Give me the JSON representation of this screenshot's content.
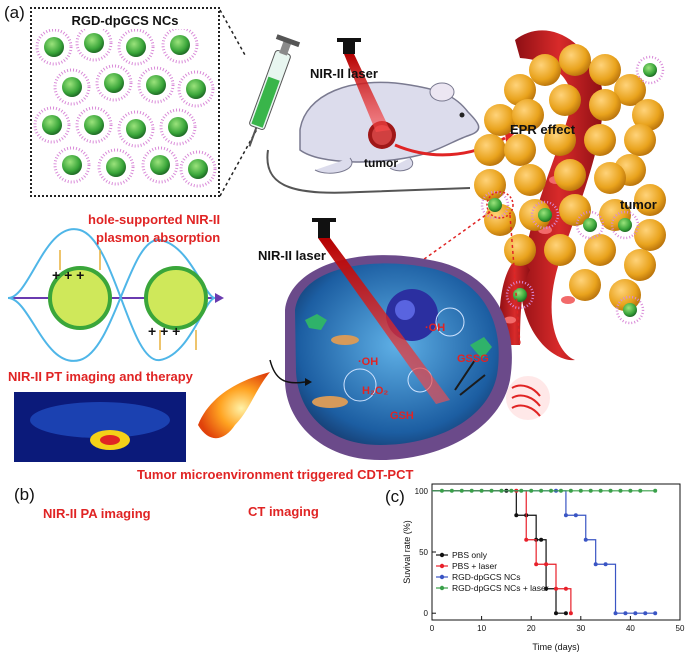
{
  "figure": {
    "panel_a_label": "(a)",
    "panel_b_label": "(b)",
    "panel_c_label": "(c)",
    "nc_title": "RGD-dpGCS NCs",
    "laser_top": "NIR-II laser",
    "laser_mid": "NIR-II laser",
    "tumor_small": "tumor",
    "tumor_big": "tumor",
    "epr": "EPR effect",
    "plasmon_line1": "hole-supported NIR-II",
    "plasmon_line2": "plasmon absorption",
    "pt_imaging": "NIR-II PT imaging and therapy",
    "cdt_pct": "Tumor microenvironment triggered CDT-PCT",
    "pa_imaging": "NIR-II PA imaging",
    "ct_imaging": "CT imaging",
    "cell_oh1": "·OH",
    "cell_oh2": "·OH",
    "cell_h2o2": "H₂O₂",
    "cell_gssg": "GSSG",
    "cell_gsh": "GSH"
  },
  "chart_data": {
    "type": "line",
    "xlabel": "Time (days)",
    "ylabel": "Suvival rate (%)",
    "xlim": [
      0,
      50
    ],
    "ylim": [
      0,
      100
    ],
    "xticks": [
      "0",
      "10",
      "20",
      "30",
      "40",
      "50"
    ],
    "yticks": [
      "0",
      "50",
      "100"
    ],
    "legend_position": "center-right",
    "series": [
      {
        "name": "PBS only",
        "color": "#111111",
        "x": [
          0,
          15,
          17,
          19,
          21,
          22,
          23,
          25,
          27
        ],
        "y": [
          100,
          100,
          80,
          80,
          60,
          60,
          20,
          0,
          0
        ]
      },
      {
        "name": "PBS + laser",
        "color": "#e8202a",
        "x": [
          0,
          17,
          19,
          21,
          23,
          25,
          27,
          28
        ],
        "y": [
          100,
          100,
          60,
          40,
          40,
          20,
          20,
          0
        ]
      },
      {
        "name": "RGD-dpGCS NCs",
        "color": "#3a55c4",
        "x": [
          0,
          25,
          27,
          29,
          31,
          33,
          35,
          37,
          39,
          41,
          43,
          45
        ],
        "y": [
          100,
          100,
          80,
          80,
          60,
          40,
          40,
          0,
          0,
          0,
          0,
          0
        ]
      },
      {
        "name": "RGD-dpGCS NCs + laser",
        "color": "#3aa04a",
        "x": [
          0,
          2,
          4,
          6,
          8,
          10,
          12,
          14,
          16,
          18,
          20,
          22,
          24,
          26,
          28,
          30,
          32,
          34,
          36,
          38,
          40,
          42,
          45
        ],
        "y": [
          100,
          100,
          100,
          100,
          100,
          100,
          100,
          100,
          100,
          100,
          100,
          100,
          100,
          100,
          100,
          100,
          100,
          100,
          100,
          100,
          100,
          100,
          100
        ]
      }
    ]
  }
}
